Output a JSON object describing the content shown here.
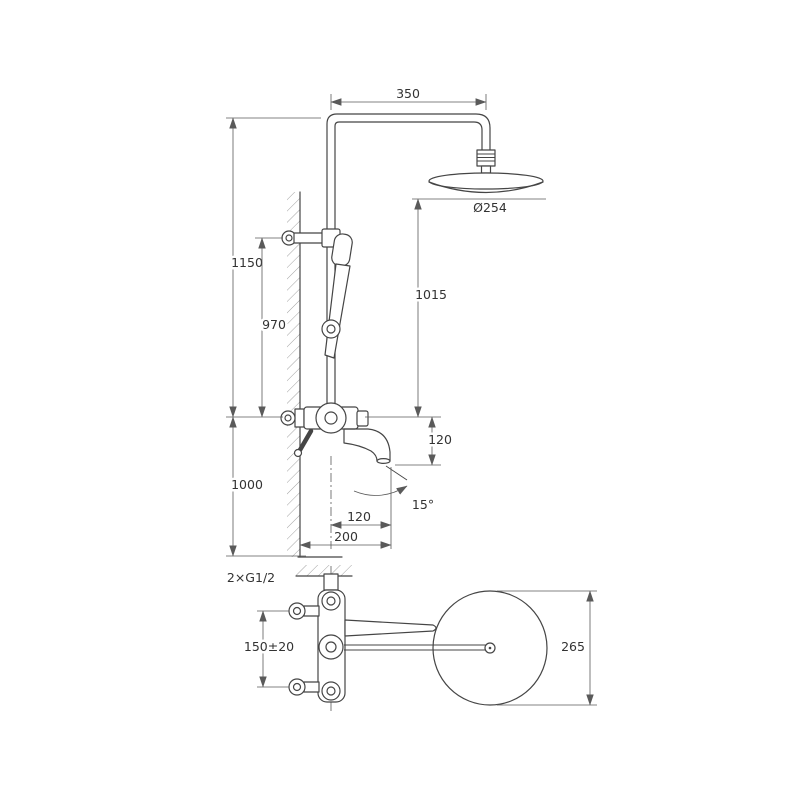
{
  "page": {
    "background": "#ffffff",
    "line_color": "#454545",
    "dim_color": "#5a5a5a",
    "text_color": "#333333"
  },
  "drawing": {
    "front_view": {
      "arm_length": "350",
      "head_diameter": "Ø254",
      "riser_above_valve": "1150",
      "slider_above_valve": "970",
      "head_to_valve": "1015",
      "valve_to_spout_drop": "120",
      "valve_above_floor": "1000",
      "spout_reach": "120",
      "spout_overall_reach": "200",
      "spout_swivel_angle": "15°"
    },
    "plan_view": {
      "inlet_connections": "2×G1/2",
      "inlet_spacing": "150±20",
      "head_overall_width": "265"
    }
  }
}
